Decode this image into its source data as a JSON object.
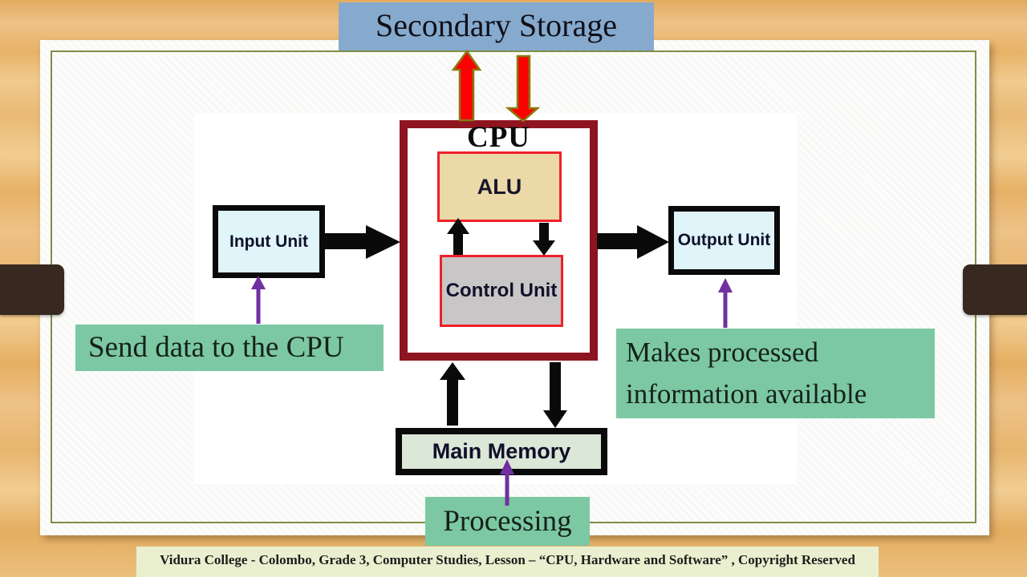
{
  "storage": {
    "label": "Secondary Storage"
  },
  "cpu": {
    "title": "CPU",
    "alu_label": "ALU",
    "control_unit_label": "Control Unit"
  },
  "units": {
    "input_label": "Input Unit",
    "output_label": "Output Unit",
    "memory_label": "Main Memory"
  },
  "callouts": {
    "input": "Send data to the CPU",
    "output": "Makes processed information available",
    "processing": "Processing"
  },
  "footer": {
    "text": "Vidura College - Colombo, Grade 3, Computer Studies, Lesson – “CPU, Hardware and Software” , Copyright Reserved"
  },
  "colors": {
    "secondary_storage_bg": "#86aacd",
    "cpu_border": "#8e1420",
    "alu_bg": "#ebd9a8",
    "control_unit_bg": "#c9c6c7",
    "io_unit_bg": "#dff5fa",
    "main_memory_bg": "#dbe7d7",
    "callout_bg": "#7cc8a3",
    "footer_bg": "#eaf0cf",
    "data_arrow_red": "#fe0000",
    "data_arrow_outline": "#8a7a10",
    "flow_arrow_black": "#0a0a0a",
    "callout_arrow_purple": "#7030a0",
    "slide_border_olive": "#7e8f45",
    "wood_bg": "#e9ba74",
    "side_clip_brown": "#37291f"
  }
}
